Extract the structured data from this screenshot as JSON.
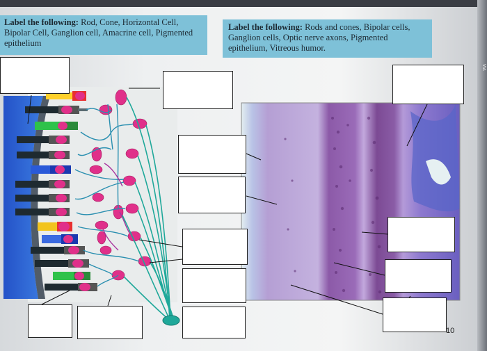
{
  "instructions": {
    "left": {
      "lead": "Label the following:",
      "rest": " Rod, Cone, Horizontal Cell, Bipolar Cell, Ganglion cell, Amacrine cell, Pigmented epithelium"
    },
    "right": {
      "lead": "Label the following:",
      "rest": " Rods and cones, Bipolar cells, Ganglion cells, Optic nerve axons, Pigmented epithelium, Vitreous humor."
    }
  },
  "page_number": "10",
  "edge_text": "VIA",
  "colors": {
    "instruction_bg": "#7ec1d8",
    "pigment_epithelium": "#2f6bd6",
    "rod_pink": "#e0308a",
    "ganglion_axons": "#1fa89a",
    "histology_purple": "#9c7ec8"
  }
}
